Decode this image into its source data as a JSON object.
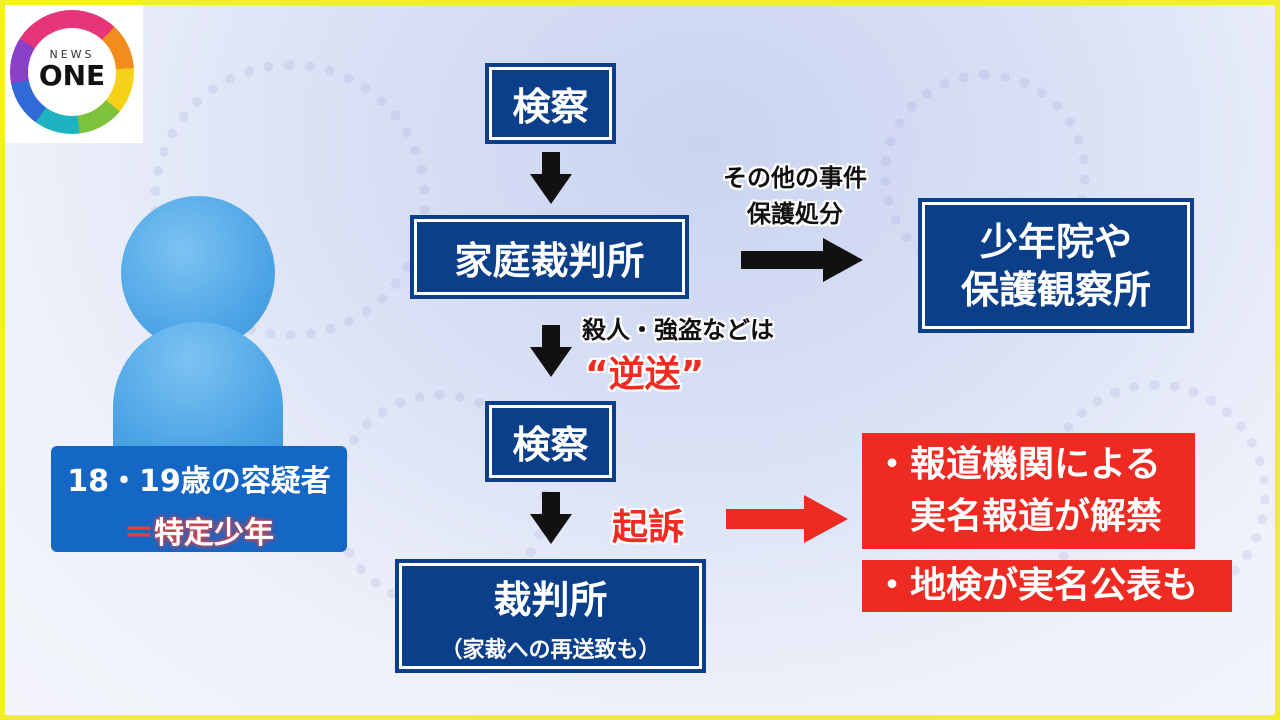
{
  "logo": {
    "news": "NEWS",
    "one": "ONE"
  },
  "person": {
    "label_line1": "18・19歳の容疑者",
    "label_eq": "＝",
    "label_line2": "特定少年"
  },
  "flow": {
    "kensatsu_1": "検察",
    "katei_saibansho": "家庭裁判所",
    "kensatsu_2": "検察",
    "saibansho": "裁判所",
    "saibansho_sub": "（家裁への再送致も）",
    "shonen_line1": "少年院や",
    "shonen_line2": "保護観察所"
  },
  "notes": {
    "other_cases": "その他の事件",
    "protective_disposition": "保護処分",
    "murder_robbery": "殺人・強盗などは",
    "gyakuso": "“逆送”",
    "kiso": "起訴"
  },
  "outcomes": {
    "item1_line1": "・報道機関による",
    "item1_line2": "実名報道が解禁",
    "item2": "・地検が実名公表も"
  },
  "colors": {
    "box_navy": "#0b3f8a",
    "label_blue": "#1567c6",
    "accent_red": "#ee2b22",
    "frame_yellow": "#f3ee2b"
  }
}
